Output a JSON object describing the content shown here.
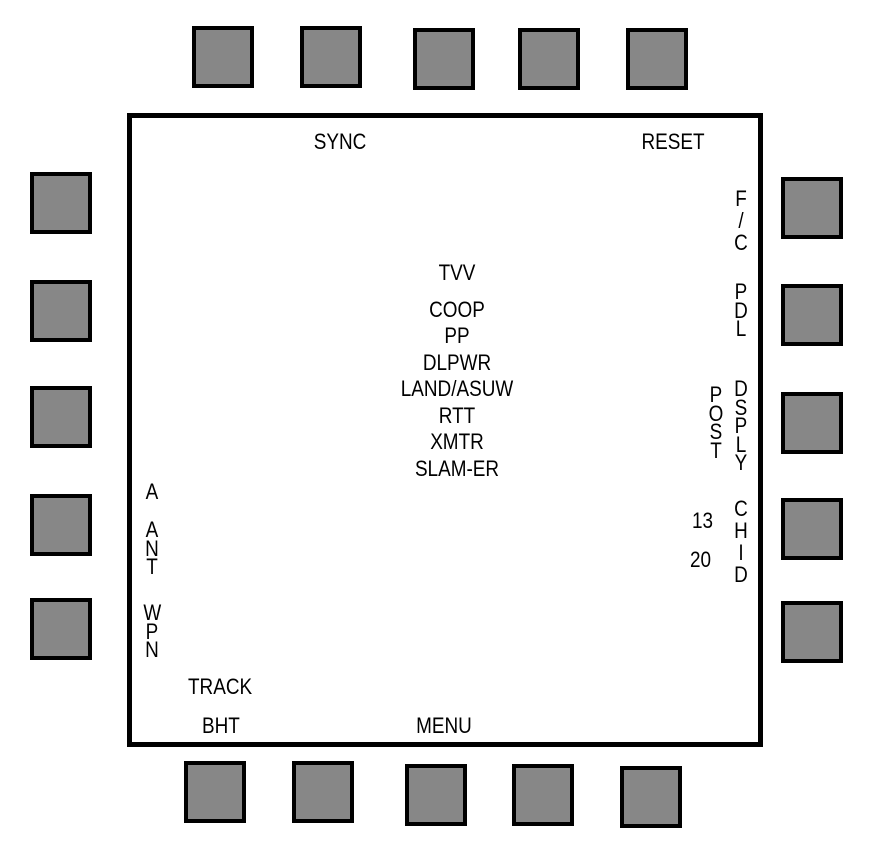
{
  "colors": {
    "button_fill": "#878787",
    "border": "#000000",
    "screen_bg": "#ffffff",
    "text": "#000000"
  },
  "osb": {
    "top": [
      "",
      "",
      "",
      "",
      ""
    ],
    "right": [
      "",
      "",
      "",
      "",
      ""
    ],
    "bottom": [
      "",
      "",
      "",
      "",
      ""
    ],
    "left": [
      "",
      "",
      "",
      "",
      ""
    ]
  },
  "top_labels": {
    "sync": "SYNC",
    "reset": "RESET"
  },
  "right_labels": {
    "fc": "F\n/\nC",
    "pdl": "P\nD\nL",
    "dsply": "D\nS\nP\nL\nY",
    "post": "P\nO\nS\nT",
    "chid": "C\nH\nI\nD",
    "ch_value_1": "13",
    "ch_value_2": "20"
  },
  "left_labels": {
    "a": "A",
    "ant": "A\nN\nT",
    "wpn": "W\nP\nN"
  },
  "bottom_labels": {
    "track": "TRACK",
    "bht": "BHT",
    "menu": "MENU"
  },
  "center_list": [
    "TVV",
    "COOP",
    "PP",
    "DLPWR",
    "LAND/ASUW",
    "RTT",
    "XMTR",
    "SLAM-ER"
  ]
}
